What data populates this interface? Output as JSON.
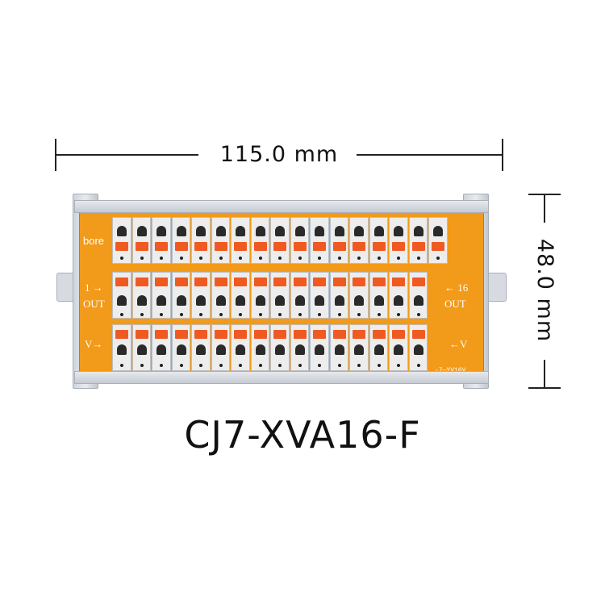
{
  "dimensions": {
    "width_label": "115.0 mm",
    "height_label": "48.0 mm"
  },
  "product": {
    "model_title": "CJ7-XVA16-F",
    "brand_text": "bore",
    "silkscreen": {
      "left_top": "1 →",
      "left_out": "OUT",
      "right_top": "← 16",
      "right_out": "OUT",
      "left_v": "V→",
      "right_v": "←V",
      "model_print": "-7—YV16V"
    },
    "colors": {
      "board": "#f29a1a",
      "lever": "#ef5a22",
      "housing": "#ededed",
      "rail": "#d0d5dc"
    }
  }
}
